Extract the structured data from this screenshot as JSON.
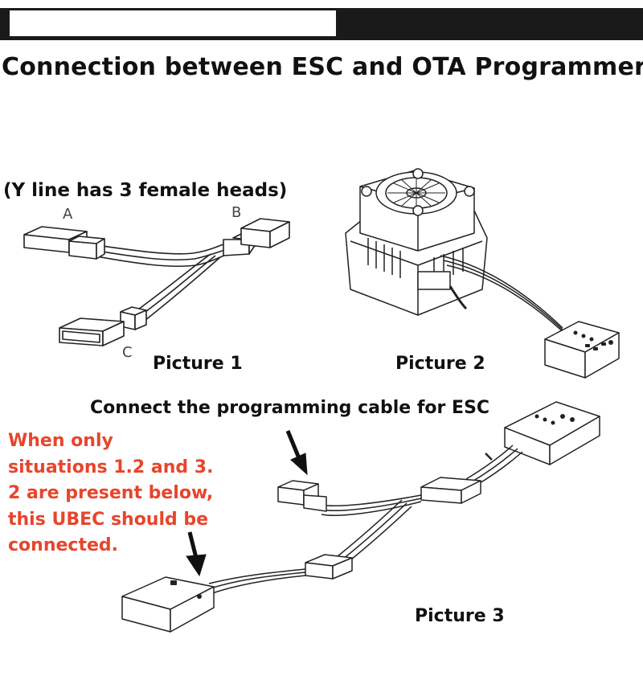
{
  "header": {
    "title": "Connection between ESC and OTA Programmer"
  },
  "picture1": {
    "note": "(Y line has 3 female heads)",
    "head_labels": [
      "A",
      "B",
      "C"
    ],
    "caption": "Picture 1"
  },
  "picture2": {
    "caption": "Picture 2"
  },
  "picture3": {
    "caption": "Picture 3",
    "cable_label": "Connect the programming cable for ESC",
    "ubec_note_lines": [
      "When only",
      "situations 1.2 and 3.",
      "2 are present below,",
      "this UBEC should be",
      "connected."
    ],
    "note_color": "#e8452c"
  }
}
